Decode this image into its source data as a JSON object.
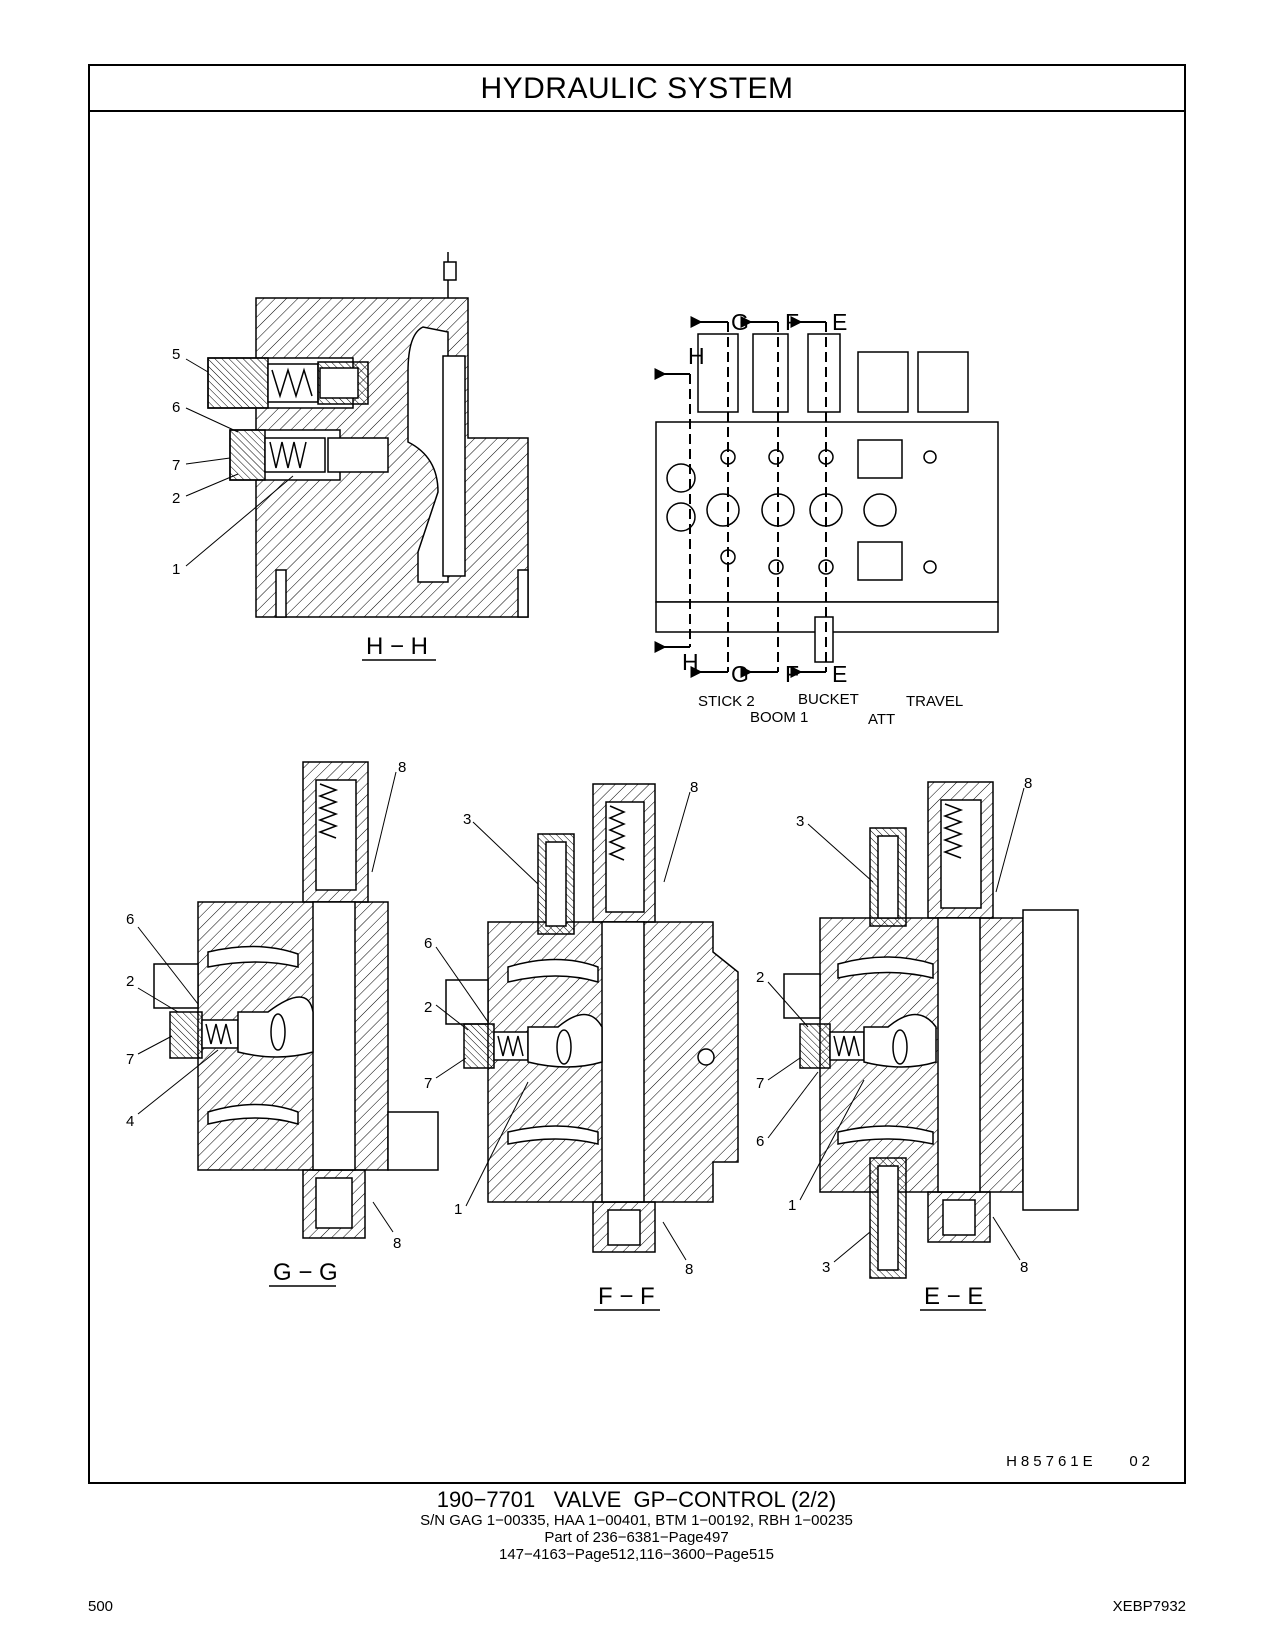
{
  "header": {
    "title": "HYDRAULIC   SYSTEM"
  },
  "views": {
    "hh": {
      "label": "H − H",
      "callouts": [
        "5",
        "6",
        "7",
        "2",
        "1"
      ]
    },
    "top": {
      "section_markers": [
        "G",
        "F",
        "E",
        "H"
      ],
      "bottom_markers": [
        "H",
        "G",
        "F",
        "E"
      ],
      "valve_labels": {
        "row1": [
          "STICK 2",
          "BUCKET",
          "TRAVEL"
        ],
        "row2": [
          "BOOM 1",
          "ATT"
        ]
      }
    },
    "gg": {
      "label": "G − G",
      "callouts": [
        "8",
        "6",
        "2",
        "7",
        "4",
        "8"
      ]
    },
    "ff": {
      "label": "F − F",
      "callouts": [
        "3",
        "8",
        "6",
        "2",
        "7",
        "1",
        "8"
      ]
    },
    "ee": {
      "label": "E − E",
      "callouts": [
        "3",
        "8",
        "2",
        "7",
        "6",
        "1",
        "3",
        "8"
      ]
    }
  },
  "drawing_id": "H85761E    02",
  "caption": {
    "title": "190−7701   VALVE  GP−CONTROL (2/2)",
    "lines": [
      "S/N GAG 1−00335, HAA 1−00401, BTM 1−00192, RBH 1−00235",
      "Part of 236−6381−Page497",
      "147−4163−Page512,116−3600−Page515"
    ]
  },
  "footer": {
    "page_number": "500",
    "doc_code": "XEBP7932"
  }
}
